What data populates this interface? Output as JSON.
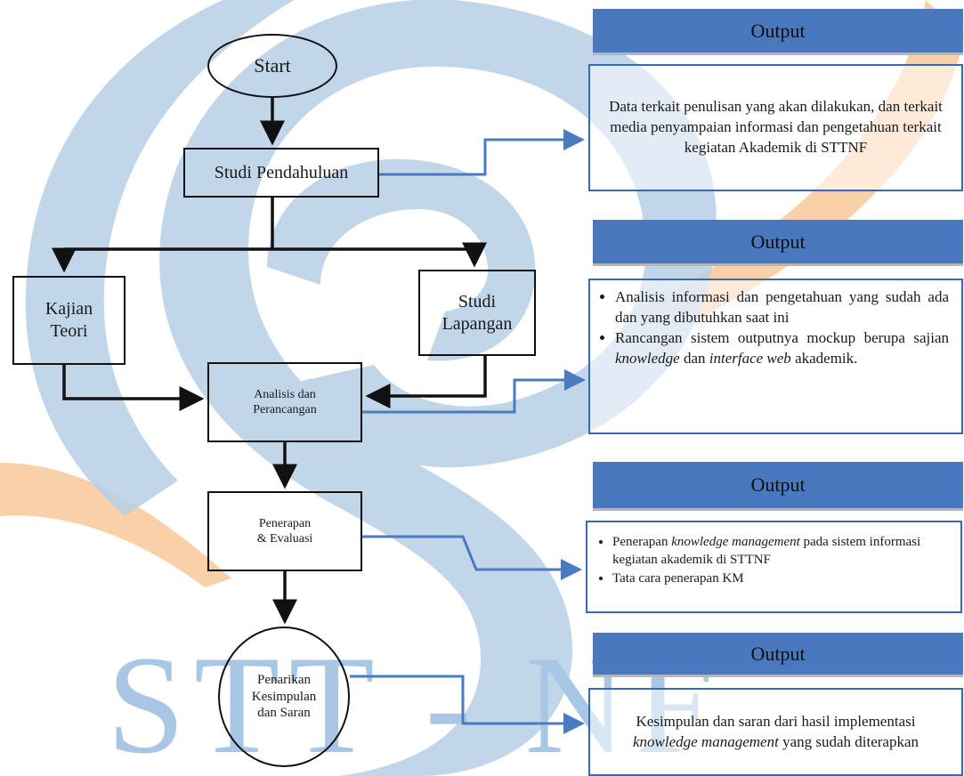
{
  "colors": {
    "watermark_blue": "#b7cfe6",
    "watermark_text": "#a9c7e4",
    "watermark_orange": "#f8c08c",
    "header_fill": "#4a78bf",
    "output_border": "#3b68b2",
    "connector_blue": "#4a7bc0",
    "flow_line": "#111111"
  },
  "watermark": {
    "text": "STT - NF"
  },
  "flow": {
    "start": "Start",
    "studi_pendahuluan": "Studi Pendahuluan",
    "kajian_teori": "Kajian\nTeori",
    "studi_lapangan": "Studi\nLapangan",
    "analisis": "Analisis dan\nPerancangan",
    "penerapan": "Penerapan\n& Evaluasi",
    "kesimpulan": "Penarikan\nKesimpulan\ndan Saran"
  },
  "outputs": [
    {
      "header": "Output",
      "text": "Data terkait penulisan yang akan dilakukan, dan terkait media penyampaian informasi dan pengetahuan terkait kegiatan Akademik di STTNF"
    },
    {
      "header": "Output",
      "bullet_1": "Analisis informasi dan pengetahuan yang sudah ada dan yang dibutuhkan saat ini",
      "bullet_2_a": "Rancangan sistem outputnya mockup berupa sajian ",
      "bullet_2_em1": "knowledge",
      "bullet_2_b": " dan ",
      "bullet_2_em2": "interface web",
      "bullet_2_c": " akademik."
    },
    {
      "header": "Output",
      "bullet_1_a": "Penerapan ",
      "bullet_1_em": "knowledge management",
      "bullet_1_b": " pada sistem informasi kegiatan akademik di STTNF",
      "bullet_2": "Tata cara penerapan KM"
    },
    {
      "header": "Output",
      "text_a": "Kesimpulan dan saran dari hasil implementasi ",
      "text_em": "knowledge management",
      "text_b": " yang sudah diterapkan"
    }
  ]
}
